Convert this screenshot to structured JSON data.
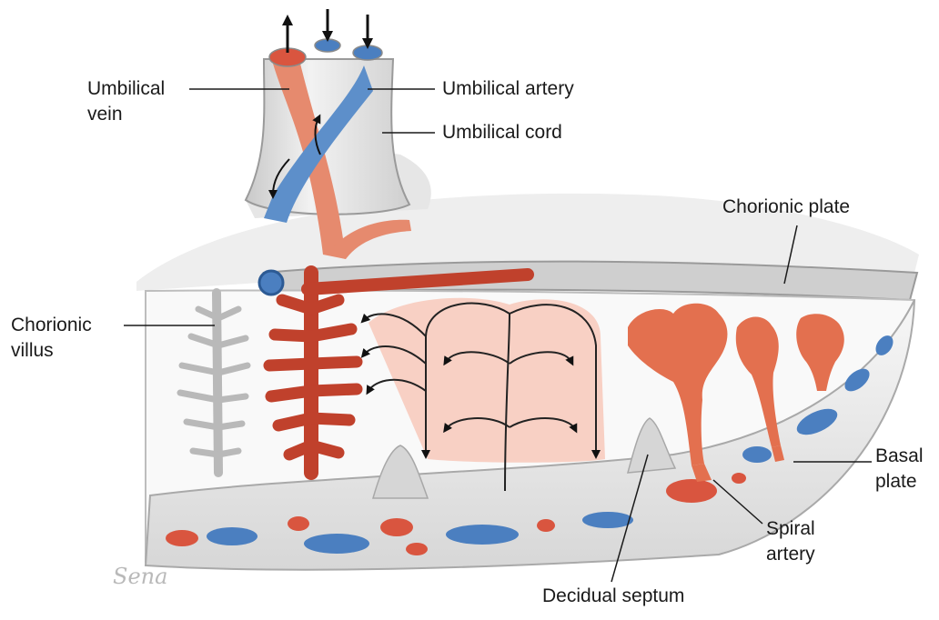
{
  "labels": {
    "umbilical_vein_line1": "Umbilical",
    "umbilical_vein_line2": "vein",
    "umbilical_artery": "Umbilical artery",
    "umbilical_cord": "Umbilical cord",
    "chorionic_plate": "Chorionic plate",
    "chorionic_villus_line1": "Chorionic",
    "chorionic_villus_line2": "villus",
    "basal_plate_line1": "Basal",
    "basal_plate_line2": "plate",
    "spiral_artery_line1": "Spiral",
    "spiral_artery_line2": "artery",
    "decidual_septum": "Decidual septum"
  },
  "signature": "Sena",
  "colors": {
    "oxygen_rich": "#d9553f",
    "oxygen_poor": "#4b7fc0",
    "tissue": "#dcdcdc",
    "leader_line": "#1a1a1a"
  }
}
